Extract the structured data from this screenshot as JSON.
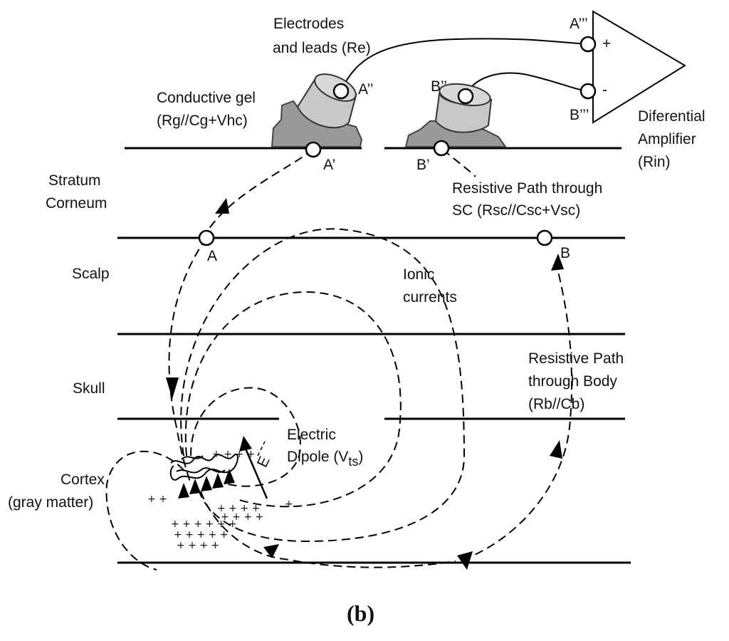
{
  "labels": {
    "electrodes_line1": "Electrodes",
    "electrodes_line2": "and leads  (Re)",
    "gel_line1": "Conductive gel",
    "gel_line2": "(Rg//Cg+Vhc)",
    "amplifier_line1": "Diferential",
    "amplifier_line2": "Amplifier",
    "amplifier_line3": "(Rin)",
    "resistive_sc_line1": "Resistive Path through",
    "resistive_sc_line2": "SC  (Rsc//Csc+Vsc)",
    "ionic_line1": "Ionic",
    "ionic_line2": "currents",
    "resistive_body_line1": "Resistive Path",
    "resistive_body_line2": "through Body",
    "resistive_body_line3": "(Rb//Cb)",
    "dipole_line1": "Electric",
    "dipole_line2_prefix": "Dipole (V",
    "dipole_line2_sub": "ts",
    "dipole_line2_suffix": ")",
    "field_symbol": "E"
  },
  "layers": {
    "stratum_corneum_line1": "Stratum",
    "stratum_corneum_line2": "Corneum",
    "scalp": "Scalp",
    "skull": "Skull",
    "cortex_line1": "Cortex",
    "cortex_line2": "(gray matter)"
  },
  "nodes": {
    "a3": "A’’’",
    "b3": "B’’’",
    "a2": "A’’",
    "b2": "B’’",
    "a1": "A’",
    "b1": "B’",
    "a": "A",
    "b": "B",
    "plus": "+",
    "minus": "-"
  },
  "caption": "(b)"
}
